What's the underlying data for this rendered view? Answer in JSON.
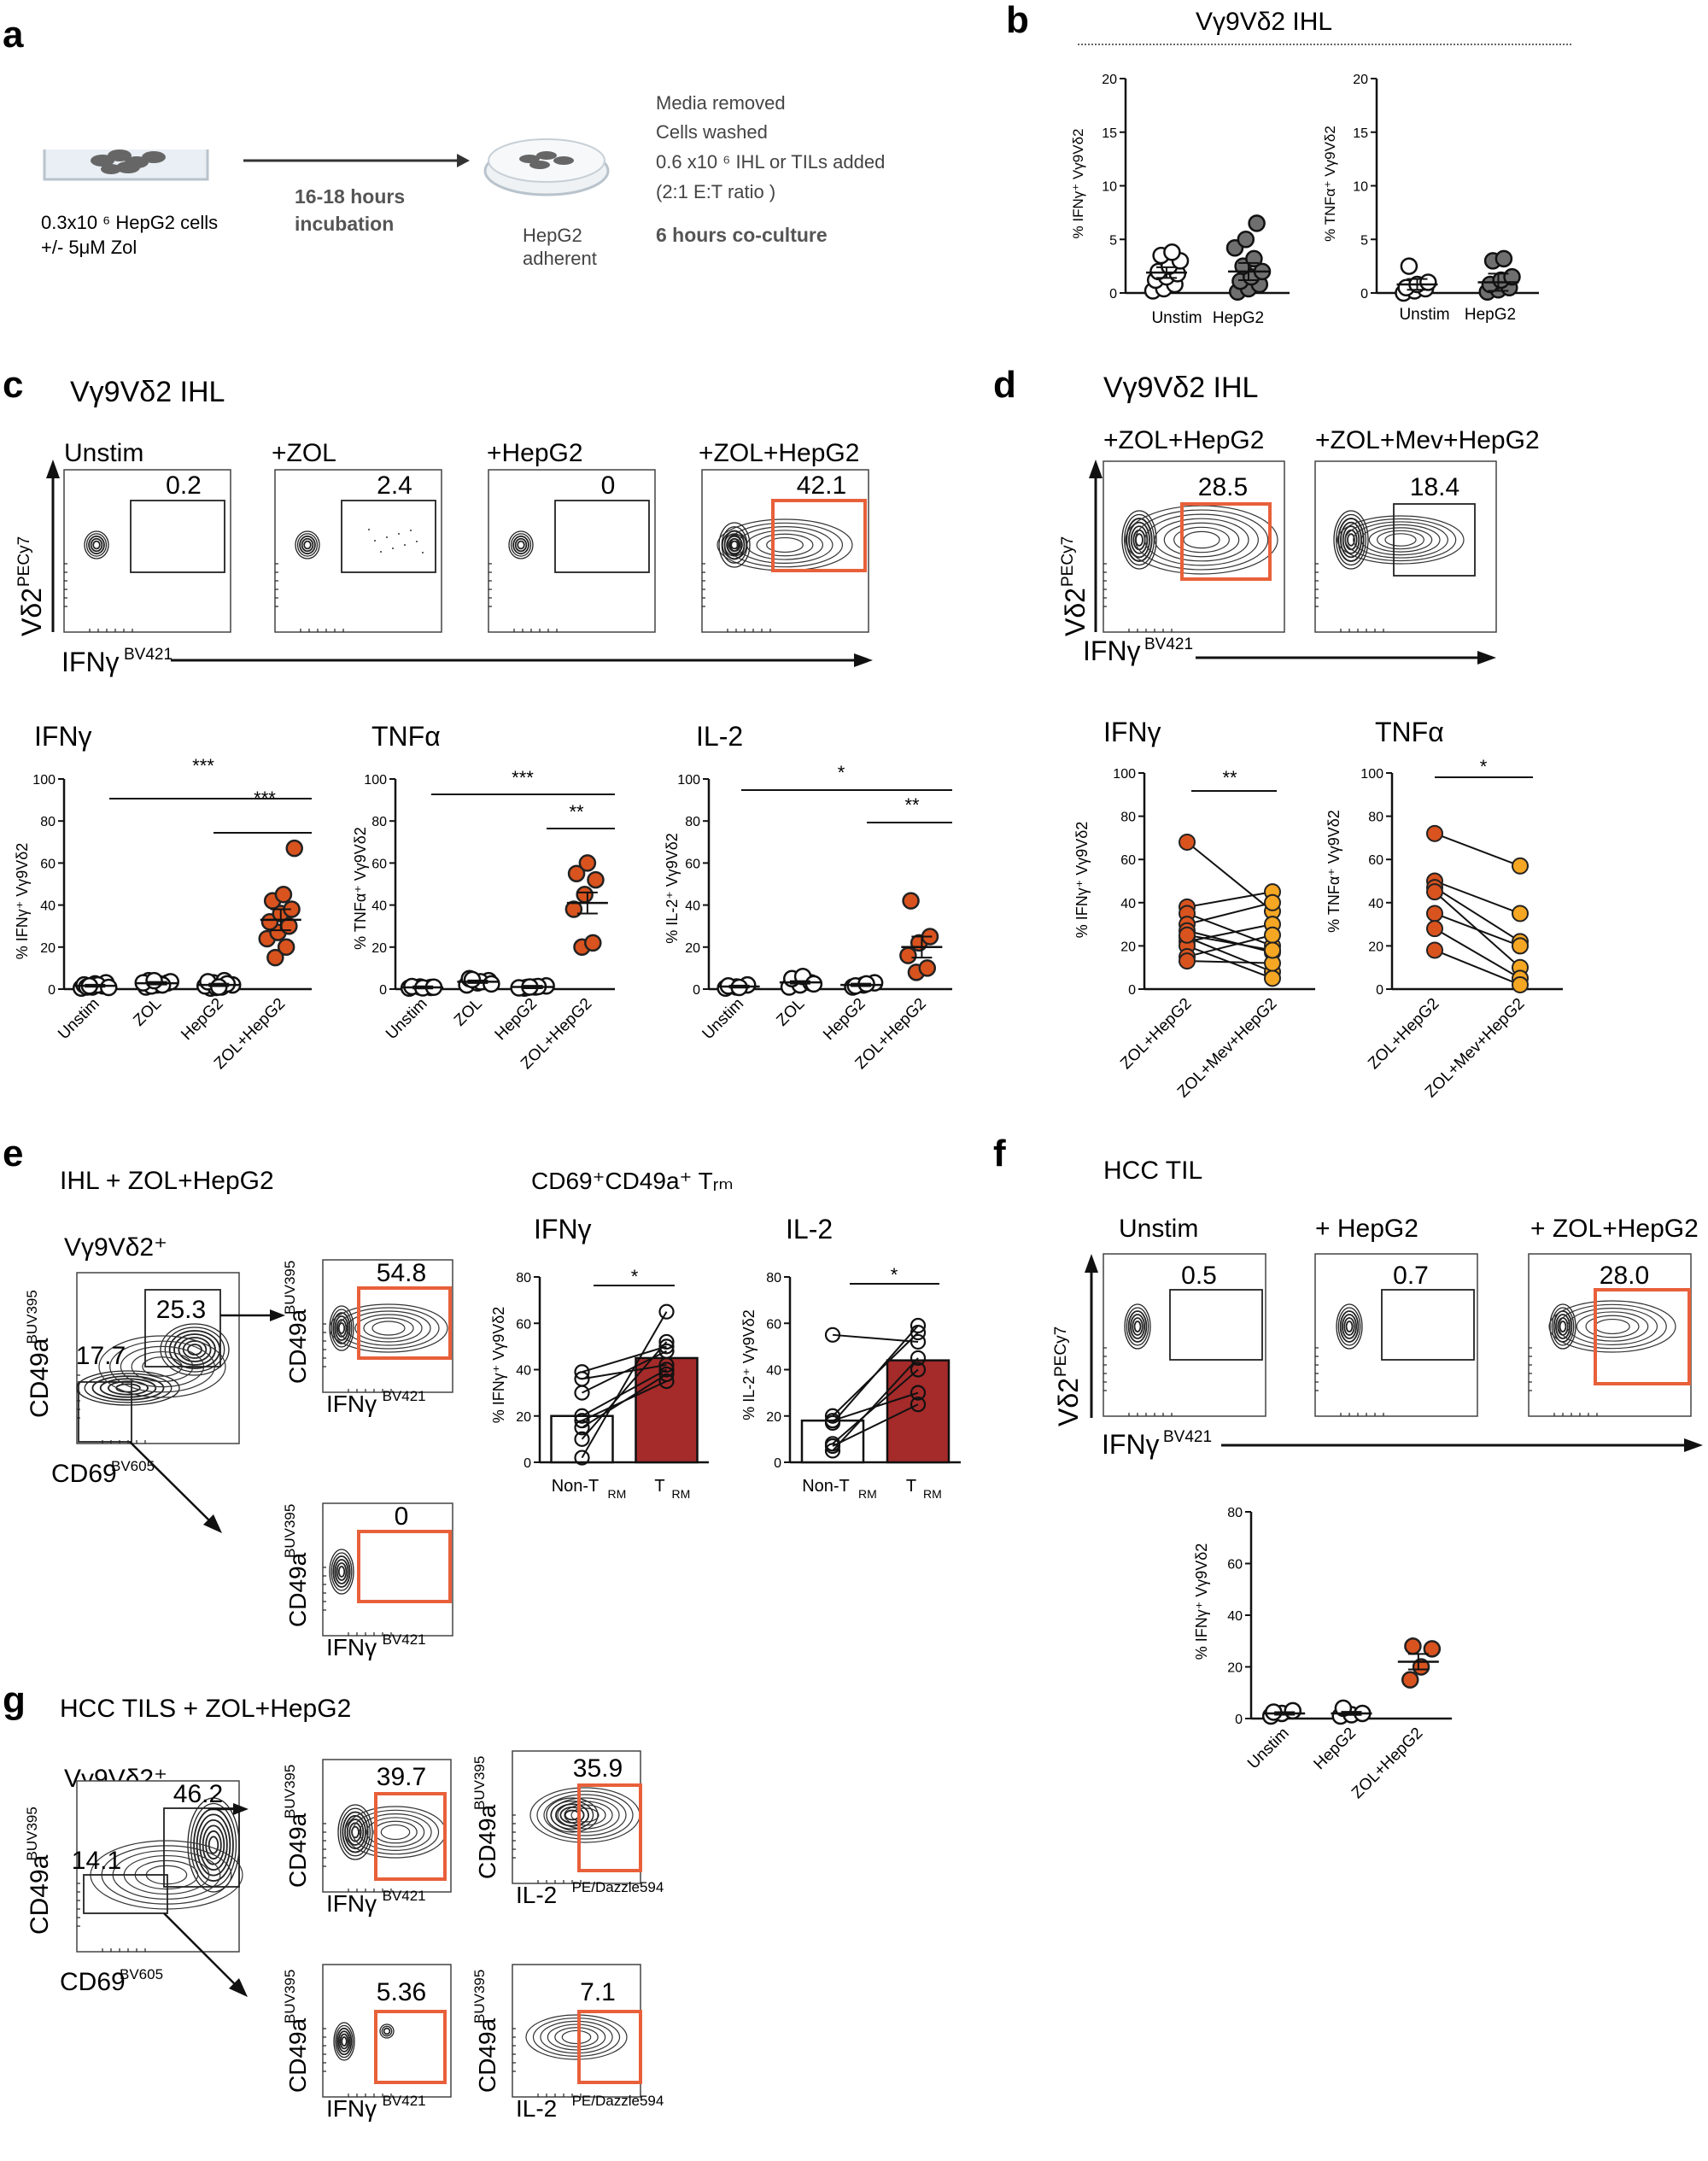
{
  "colors": {
    "orange": "#d9531e",
    "light_orange": "#f5a623",
    "dark_red": "#a52a2a",
    "gate_orange": "#e8603a",
    "grey": "#6f6f6f",
    "black": "#111111"
  },
  "panel_letters": {
    "a": "a",
    "b": "b",
    "c": "c",
    "d": "d",
    "e": "e",
    "f": "f",
    "g": "g"
  },
  "panel_a": {
    "left_caption": [
      "0.3x10 ⁶ HepG2 cells",
      "+/- 5μM Zol"
    ],
    "arrow_text": [
      "16-18 hours",
      "incubation"
    ],
    "dish_caption": [
      "HepG2",
      "adherent"
    ],
    "steps": [
      "Media removed",
      "Cells washed",
      "0.6 x10 ⁶ IHL or TILs  added",
      "(2:1 E:T ratio )"
    ],
    "coculture": "6 hours co-culture"
  },
  "panel_b": {
    "title": "Vγ9Vδ2 IHL",
    "ylabel_ifn": "% IFNγ⁺ Vγ9Vδ2",
    "ylabel_tnf": "% TNFα⁺ Vγ9Vδ2",
    "categories": [
      "Unstim",
      "HepG2"
    ],
    "yticks": [
      "0",
      "5",
      "10",
      "15",
      "20"
    ]
  },
  "panel_c": {
    "title": "Vγ9Vδ2 IHL",
    "conditions": [
      "Unstim",
      "+ZOL",
      "+HepG2",
      "+ZOL+HepG2"
    ],
    "gate_values": [
      "0.2",
      "2.4",
      "0",
      "42.1"
    ],
    "y_axis": "Vδ2 ᴾᴱᶜʸ⁷",
    "y_axis_main": "Vδ2",
    "y_axis_sup": "PECy7",
    "x_axis_main": "IFNγ",
    "x_axis_sup": "BV421",
    "dot_titles": [
      "IFNγ",
      "TNFα",
      "IL-2"
    ],
    "dot_ylabels": [
      "% IFNγ⁺ Vγ9Vδ2",
      "% TNFα⁺ Vγ9Vδ2",
      "% IL-2⁺ Vγ9Vδ2"
    ],
    "categories": [
      "Unstim",
      "ZOL",
      "HepG2",
      "ZOL+HepG2"
    ],
    "yticks": [
      "0",
      "20",
      "40",
      "60",
      "80",
      "100"
    ],
    "sig_ifn": [
      "***",
      "***"
    ],
    "sig_tnf": [
      "***",
      "**"
    ],
    "sig_il2": [
      "*",
      "**"
    ]
  },
  "panel_d": {
    "title": "Vγ9Vδ2 IHL",
    "conditions": [
      "+ZOL+HepG2",
      "+ZOL+Mev+HepG2"
    ],
    "gate_values": [
      "28.5",
      "18.4"
    ],
    "y_axis_main": "Vδ2",
    "y_axis_sup": "PECy7",
    "x_axis_main": "IFNγ",
    "x_axis_sup": "BV421",
    "dot_titles": [
      "IFNγ",
      "TNFα"
    ],
    "dot_ylabels": [
      "% IFNγ⁺ Vγ9Vδ2",
      "% TNFα⁺ Vγ9Vδ2"
    ],
    "categories": [
      "ZOL+HepG2",
      "ZOL+Mev+HepG2"
    ],
    "yticks": [
      "0",
      "20",
      "40",
      "60",
      "80",
      "100"
    ],
    "sig": [
      "**",
      "*"
    ]
  },
  "panel_e": {
    "title": "IHL + ZOL+HepG2",
    "gated_pop": "Vγ9Vδ2⁺",
    "parent_gates": [
      "25.3",
      "17.7"
    ],
    "child_gates": [
      "54.8",
      "0"
    ],
    "y_main": "CD49a",
    "y_sup": "BUV395",
    "x_parent_main": "CD69",
    "x_parent_sup": "BV605",
    "x_child_main": "IFNγ",
    "x_child_sup": "BV421",
    "trm_title": "CD69⁺CD49a⁺ Tᵣₘ",
    "bar_titles": [
      "IFNγ",
      "IL-2"
    ],
    "bar_ylabels": [
      "% IFNγ⁺ Vγ9Vδ2",
      "% IL-2⁺ Vγ9Vδ2"
    ],
    "bar_categories": [
      "Non-T",
      "T"
    ],
    "bar_subscript": "RM",
    "yticks": [
      "0",
      "20",
      "40",
      "60",
      "80"
    ],
    "sig": [
      "*",
      "*"
    ]
  },
  "panel_f": {
    "title": "HCC TIL",
    "conditions": [
      "Unstim",
      "+ HepG2",
      "+ ZOL+HepG2"
    ],
    "gate_values": [
      "0.5",
      "0.7",
      "28.0"
    ],
    "y_axis_main": "Vδ2",
    "y_axis_sup": "PECy7",
    "x_axis_main": "IFNγ",
    "x_axis_sup": "BV421",
    "dot_ylabel": "% IFNγ⁺ Vγ9Vδ2",
    "categories": [
      "Unstim",
      "HepG2",
      "ZOL+HepG2"
    ],
    "yticks": [
      "0",
      "20",
      "40",
      "60",
      "80"
    ]
  },
  "panel_g": {
    "title": "HCC TILS + ZOL+HepG2",
    "gated_pop": "Vγ9Vδ2⁺",
    "parent_gates": [
      "46.2",
      "14.1"
    ],
    "child_gates": [
      "39.7",
      "35.9",
      "5.36",
      "7.1"
    ],
    "y_main": "CD49a",
    "y_sup": "BUV395",
    "x_parent_main": "CD69",
    "x_parent_sup": "BV605",
    "x_ifn_main": "IFNγ",
    "x_ifn_sup": "BV421",
    "x_il2_main": "IL-2",
    "x_il2_sup": "PE/Dazzle594"
  },
  "chart_data": [
    {
      "id": "b_ifn",
      "type": "scatter",
      "ylabel": "% IFNγ⁺ Vγ9Vδ2",
      "categories": [
        "Unstim",
        "HepG2"
      ],
      "ylim": [
        0,
        20
      ],
      "series": [
        {
          "values": [
            [
              0.2,
              0.4,
              0.8,
              1.2,
              1.5,
              1.8,
              2.0,
              2.5,
              3.0,
              3.5,
              3.8
            ],
            [
              0.1,
              0.4,
              0.8,
              1.1,
              1.5,
              2.0,
              2.5,
              3.2,
              4.2,
              5.0,
              6.5
            ]
          ]
        }
      ],
      "means": [
        1.9,
        2.0
      ]
    },
    {
      "id": "b_tnf",
      "type": "scatter",
      "ylabel": "% TNFα⁺ Vγ9Vδ2",
      "categories": [
        "Unstim",
        "HepG2"
      ],
      "ylim": [
        0,
        20
      ],
      "series": [
        {
          "values": [
            [
              0.0,
              0.2,
              0.4,
              0.5,
              0.8,
              1.0,
              2.5
            ],
            [
              0.1,
              0.3,
              0.5,
              0.8,
              1.2,
              1.5,
              3.0,
              3.2
            ]
          ]
        }
      ],
      "means": [
        0.8,
        1.0
      ]
    },
    {
      "id": "c_ifn",
      "type": "scatter",
      "ylabel": "% IFNγ⁺ Vγ9Vδ2",
      "categories": [
        "Unstim",
        "ZOL",
        "HepG2",
        "ZOL+HepG2"
      ],
      "ylim": [
        0,
        100
      ],
      "series": [
        {
          "values": [
            [
              0.5,
              1,
              1.5,
              2,
              2.5,
              3,
              1,
              2,
              0.8,
              1.5
            ],
            [
              1,
              2,
              3,
              4,
              2.5,
              3.5,
              1.5,
              2,
              3,
              4
            ],
            [
              0.5,
              1,
              2,
              3,
              4,
              1.5,
              0.8,
              2.5,
              3.5,
              1
            ],
            [
              15,
              20,
              24,
              27,
              30,
              32,
              36,
              38,
              42,
              45,
              67
            ]
          ]
        }
      ],
      "means": [
        1.6,
        2.8,
        2.0,
        33
      ]
    },
    {
      "id": "c_tnf",
      "type": "scatter",
      "ylabel": "% TNFα⁺ Vγ9Vδ2",
      "categories": [
        "Unstim",
        "ZOL",
        "HepG2",
        "ZOL+HepG2"
      ],
      "ylim": [
        0,
        100
      ],
      "series": [
        {
          "values": [
            [
              0.5,
              1,
              0.8,
              1.2,
              0.6,
              0.9
            ],
            [
              2,
              3,
              4,
              5,
              3.5,
              2.5,
              4.5
            ],
            [
              0.5,
              1,
              1.5,
              0.8,
              1.2,
              0.6,
              1
            ],
            [
              20,
              22,
              38,
              45,
              52,
              55,
              60
            ]
          ]
        }
      ],
      "means": [
        0.8,
        3.5,
        1.0,
        41
      ]
    },
    {
      "id": "c_il2",
      "type": "scatter",
      "ylabel": "% IL-2⁺ Vγ9Vδ2",
      "categories": [
        "Unstim",
        "ZOL",
        "HepG2",
        "ZOL+HepG2"
      ],
      "ylim": [
        0,
        100
      ],
      "series": [
        {
          "values": [
            [
              0.5,
              1,
              2,
              1.5,
              0.8
            ],
            [
              1,
              2,
              3,
              5,
              6,
              2.5
            ],
            [
              1,
              2,
              3,
              1.5,
              2.5
            ],
            [
              8,
              10,
              16,
              22,
              25,
              42
            ]
          ]
        }
      ],
      "means": [
        1.2,
        3.2,
        2.0,
        20
      ]
    },
    {
      "id": "d_ifn",
      "type": "line",
      "ylabel": "% IFNγ⁺ Vγ9Vδ2",
      "categories": [
        "ZOL+HepG2",
        "ZOL+Mev+HepG2"
      ],
      "ylim": [
        0,
        100
      ],
      "pairs": [
        [
          68,
          36
        ],
        [
          38,
          45
        ],
        [
          35,
          20
        ],
        [
          30,
          40
        ],
        [
          27,
          17
        ],
        [
          24,
          8
        ],
        [
          22,
          30
        ],
        [
          20,
          5
        ],
        [
          15,
          25
        ],
        [
          13,
          12
        ],
        [
          25,
          18
        ]
      ]
    },
    {
      "id": "d_tnf",
      "type": "line",
      "ylabel": "% TNFα⁺ Vγ9Vδ2",
      "categories": [
        "ZOL+HepG2",
        "ZOL+Mev+HepG2"
      ],
      "ylim": [
        0,
        100
      ],
      "pairs": [
        [
          72,
          57
        ],
        [
          50,
          35
        ],
        [
          47,
          22
        ],
        [
          45,
          10
        ],
        [
          35,
          20
        ],
        [
          28,
          5
        ],
        [
          18,
          2
        ]
      ]
    },
    {
      "id": "e_ifn",
      "type": "bar",
      "ylabel": "% IFNγ⁺ Vγ9Vδ2",
      "categories": [
        "Non-TRM",
        "TRM"
      ],
      "ylim": [
        0,
        80
      ],
      "values": [
        20,
        45
      ],
      "pairs": [
        [
          39,
          50
        ],
        [
          36,
          42
        ],
        [
          30,
          48
        ],
        [
          20,
          40
        ],
        [
          18,
          35
        ],
        [
          15,
          38
        ],
        [
          10,
          52
        ],
        [
          2,
          65
        ]
      ]
    },
    {
      "id": "e_il2",
      "type": "bar",
      "ylabel": "% IL-2⁺ Vγ9Vδ2",
      "categories": [
        "Non-TRM",
        "TRM"
      ],
      "ylim": [
        0,
        80
      ],
      "values": [
        18,
        44
      ],
      "pairs": [
        [
          55,
          52
        ],
        [
          20,
          56
        ],
        [
          18,
          30
        ],
        [
          17,
          59
        ],
        [
          8,
          40
        ],
        [
          7,
          25
        ],
        [
          5,
          45
        ]
      ]
    },
    {
      "id": "f_ifn",
      "type": "scatter",
      "ylabel": "% IFNγ⁺ Vγ9Vδ2",
      "categories": [
        "Unstim",
        "HepG2",
        "ZOL+HepG2"
      ],
      "ylim": [
        0,
        80
      ],
      "series": [
        {
          "values": [
            [
              1,
              2,
              3,
              2.5
            ],
            [
              1,
              1.5,
              2,
              4
            ],
            [
              15,
              20,
              27,
              28
            ]
          ]
        }
      ],
      "means": [
        2,
        2,
        22
      ]
    }
  ]
}
